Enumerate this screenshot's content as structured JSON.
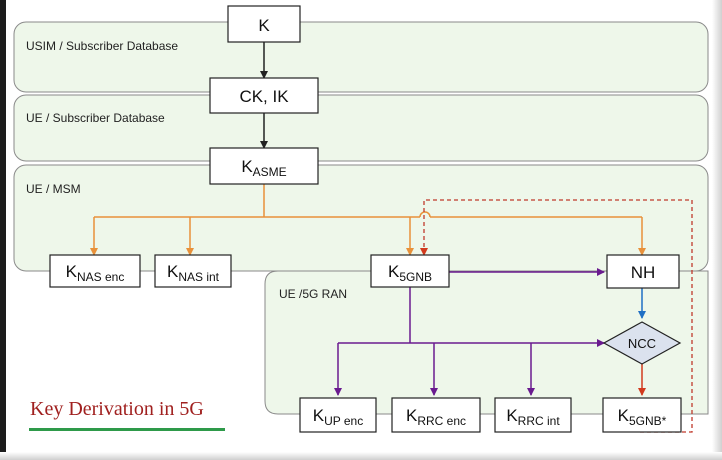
{
  "title": "Key Derivation in 5G",
  "regions": {
    "usim": "USIM / Subscriber Database",
    "ue_db": "UE / Subscriber Database",
    "ue_msm": "UE / MSM",
    "ue_ran": "UE /5G RAN"
  },
  "nodes": {
    "k": {
      "main": "K"
    },
    "ck_ik": {
      "main": "CK, IK"
    },
    "kasme": {
      "main": "K",
      "sub": "ASME"
    },
    "knas_enc": {
      "main": "K",
      "sub": "NAS enc"
    },
    "knas_int": {
      "main": "K",
      "sub": "NAS int"
    },
    "k5gnb": {
      "main": "K",
      "sub": "5GNB"
    },
    "nh": {
      "main": "NH"
    },
    "ncc": {
      "main": "NCC"
    },
    "kup_enc": {
      "main": "K",
      "sub": "UP enc"
    },
    "krrc_enc": {
      "main": "K",
      "sub": "RRC enc"
    },
    "krrc_int": {
      "main": "K",
      "sub": "RRC int"
    },
    "k5gnb_star": {
      "main": "K",
      "sub": "5GNB*"
    }
  },
  "colors": {
    "black_arrow": "#222222",
    "orange_arrow": "#e8913a",
    "purple_arrow": "#6a1b8f",
    "red_arrow": "#d23a1e",
    "blue_arrow": "#1f6fc4",
    "dashed_red": "#c0392b",
    "region_fill": "#eef7ea",
    "ncc_fill": "#dbe2ee",
    "caption_color": "#a0201f",
    "underline_color": "#2e9a4a"
  }
}
